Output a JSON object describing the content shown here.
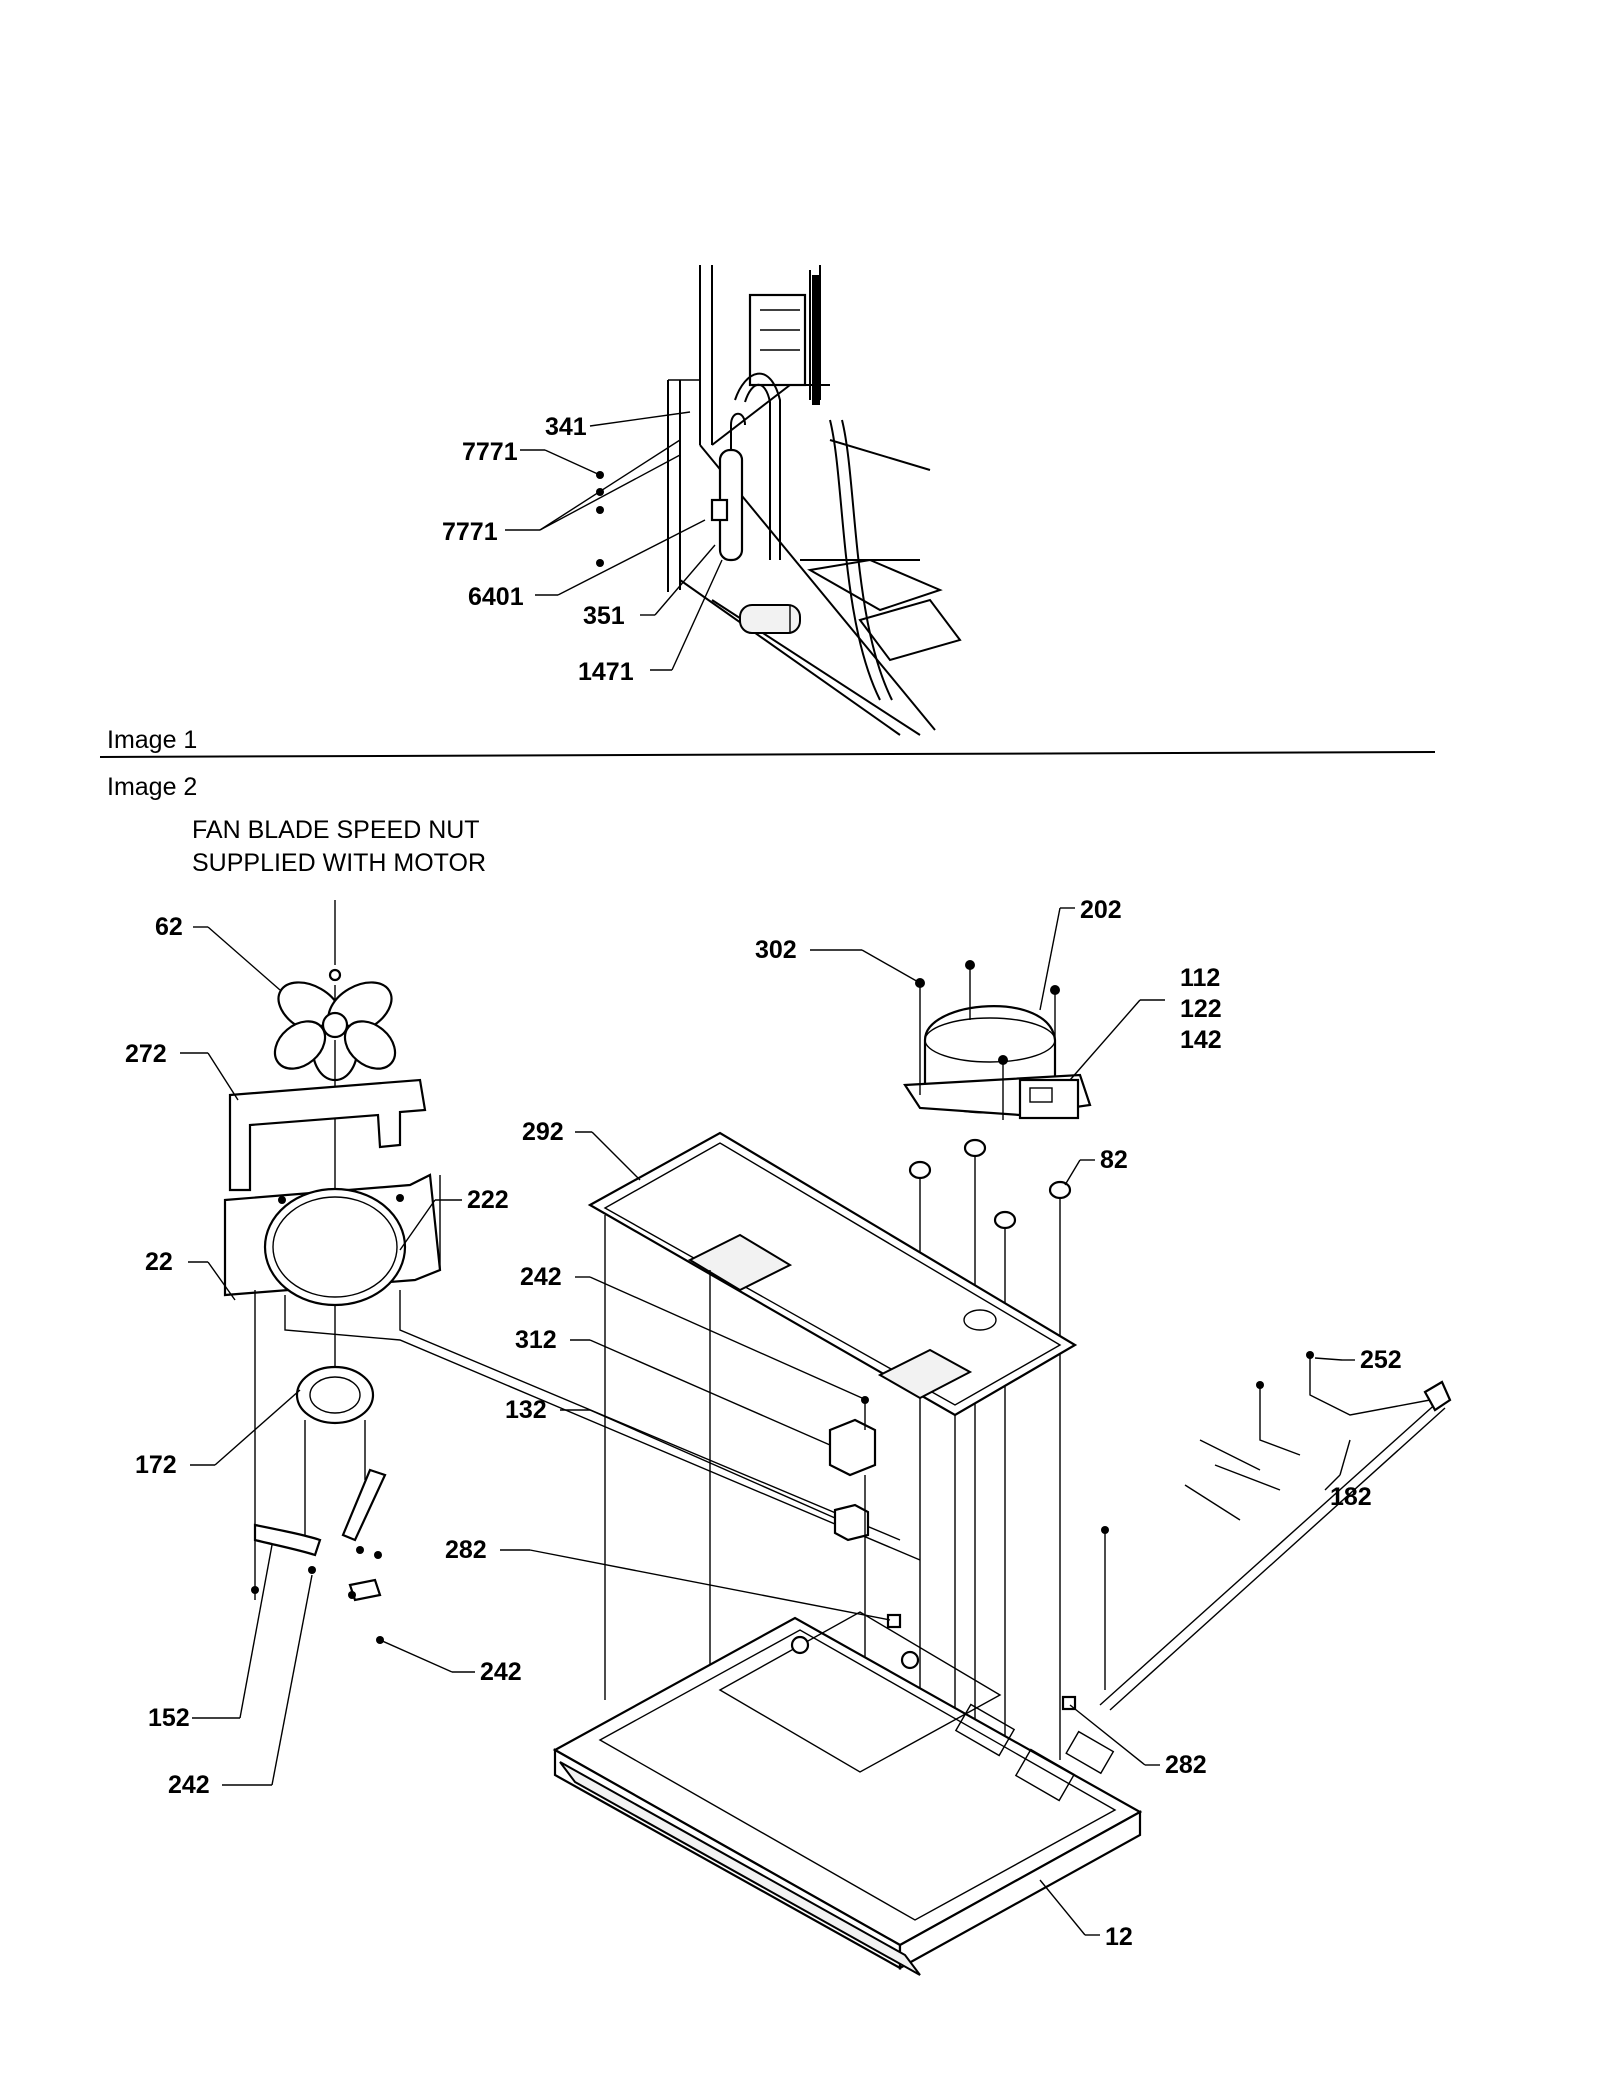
{
  "captions": {
    "image1": "Image 1",
    "image2": "Image 2"
  },
  "note": {
    "line1": "FAN BLADE SPEED NUT",
    "line2": "SUPPLIED WITH MOTOR"
  },
  "image1_labels": [
    "341",
    "7771",
    "7771",
    "6401",
    "351",
    "1471"
  ],
  "image2_labels": [
    "62",
    "272",
    "222",
    "22",
    "242",
    "312",
    "132",
    "172",
    "282",
    "242",
    "152",
    "242",
    "302",
    "202",
    "112",
    "122",
    "142",
    "292",
    "82",
    "252",
    "182",
    "282",
    "12"
  ]
}
